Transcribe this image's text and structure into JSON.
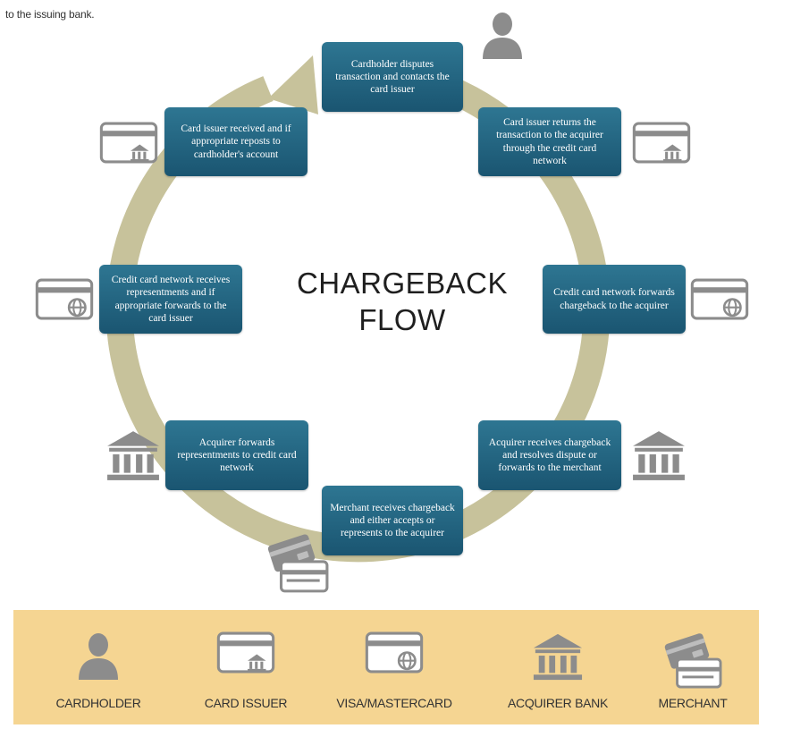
{
  "intro_text": "to the issuing bank.",
  "title": {
    "line1": "CHARGEBACK",
    "line2": "FLOW"
  },
  "steps": [
    "Cardholder disputes transaction and contacts the card issuer",
    "Card issuer returns the transaction to the acquirer through the credit card network",
    "Credit card network forwards chargeback to the acquirer",
    "Acquirer receives chargeback and resolves dispute or forwards to the merchant",
    "Merchant receives chargeback and either accepts or represents to the acquirer",
    "Acquirer forwards representments to credit card network",
    "Credit card network receives representments and if appropriate forwards to the card issuer",
    "Card issuer received and if appropriate reposts to cardholder's account"
  ],
  "legend": [
    {
      "label": "CARDHOLDER",
      "icon": "person-icon"
    },
    {
      "label": "CARD ISSUER",
      "icon": "card-bank-icon"
    },
    {
      "label": "VISA/MASTERCARD",
      "icon": "card-globe-icon"
    },
    {
      "label": "ACQUIRER BANK",
      "icon": "bank-icon"
    },
    {
      "label": "MERCHANT",
      "icon": "cards-icon"
    }
  ],
  "colors": {
    "box_top": "#2e7692",
    "box_bottom": "#1a5571",
    "ring": "#c7c29b",
    "icon": "#8c8c8c",
    "legend_bg": "#f5d592"
  }
}
